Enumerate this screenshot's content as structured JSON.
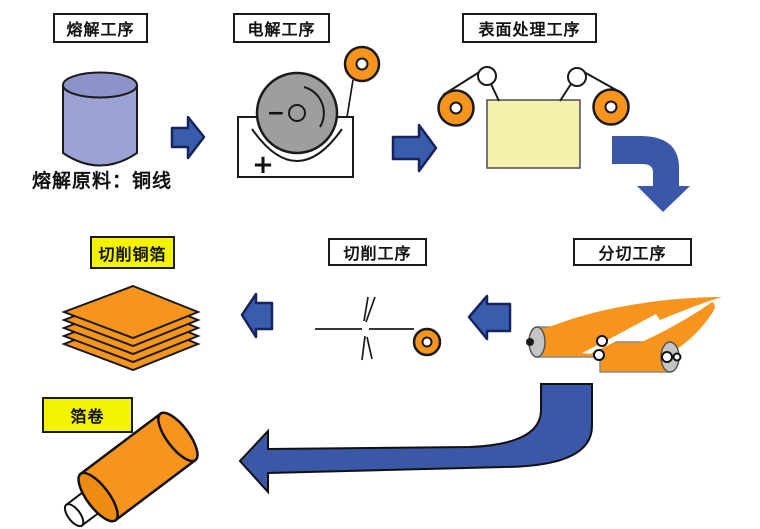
{
  "stages": {
    "melting": {
      "label": "熔解工序",
      "caption": "熔解原料：铜线"
    },
    "electrolysis": {
      "label": "电解工序",
      "anode_sign": "+",
      "cathode_sign": "−"
    },
    "surface_treatment": {
      "label": "表面处理工序"
    },
    "slitting": {
      "label": "分切工序"
    },
    "cutting": {
      "label": "切削工序"
    },
    "cut_foil": {
      "label": "切削铜箔"
    },
    "foil_roll": {
      "label": "箔卷"
    }
  },
  "colors": {
    "process_arrow_blue": "#3A58A9",
    "arrow_outline_navy": "#16245E",
    "copper_orange": "#F7941E",
    "treatment_tank_yellow": "#F5F1AC",
    "highlight_label_yellow": "#F4F400",
    "copper_ingot_purple": "#9CA2D4",
    "cathode_drum_gray": "#9E9E9E"
  }
}
